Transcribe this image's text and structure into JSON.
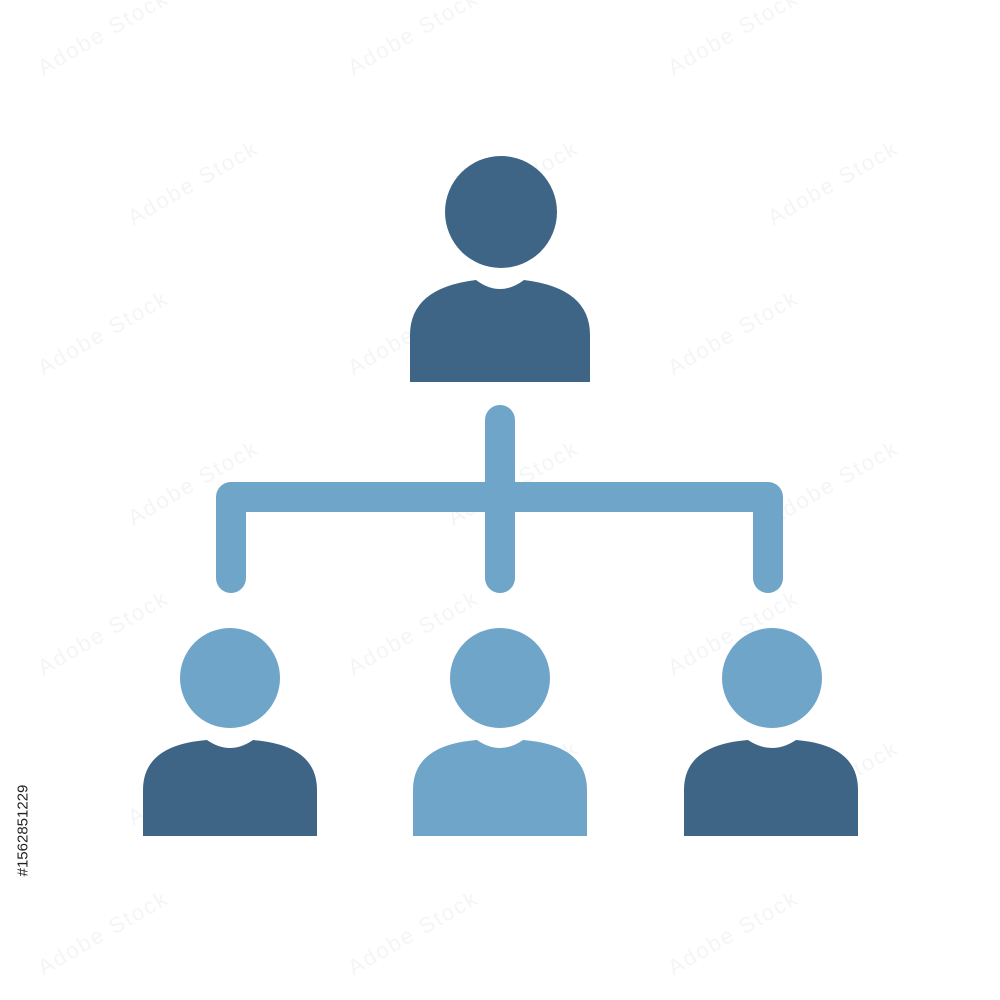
{
  "colors": {
    "dark_blue": "#3f6586",
    "light_blue": "#6fa5c8",
    "background": "#ffffff"
  },
  "icon": {
    "name": "organization-hierarchy-icon",
    "top_person": {
      "tone": "dark"
    },
    "bottom_people": [
      {
        "tone": "dark"
      },
      {
        "tone": "light"
      },
      {
        "tone": "dark"
      }
    ]
  },
  "watermark": {
    "text": "Adobe Stock",
    "id_text": "#1562851229"
  }
}
